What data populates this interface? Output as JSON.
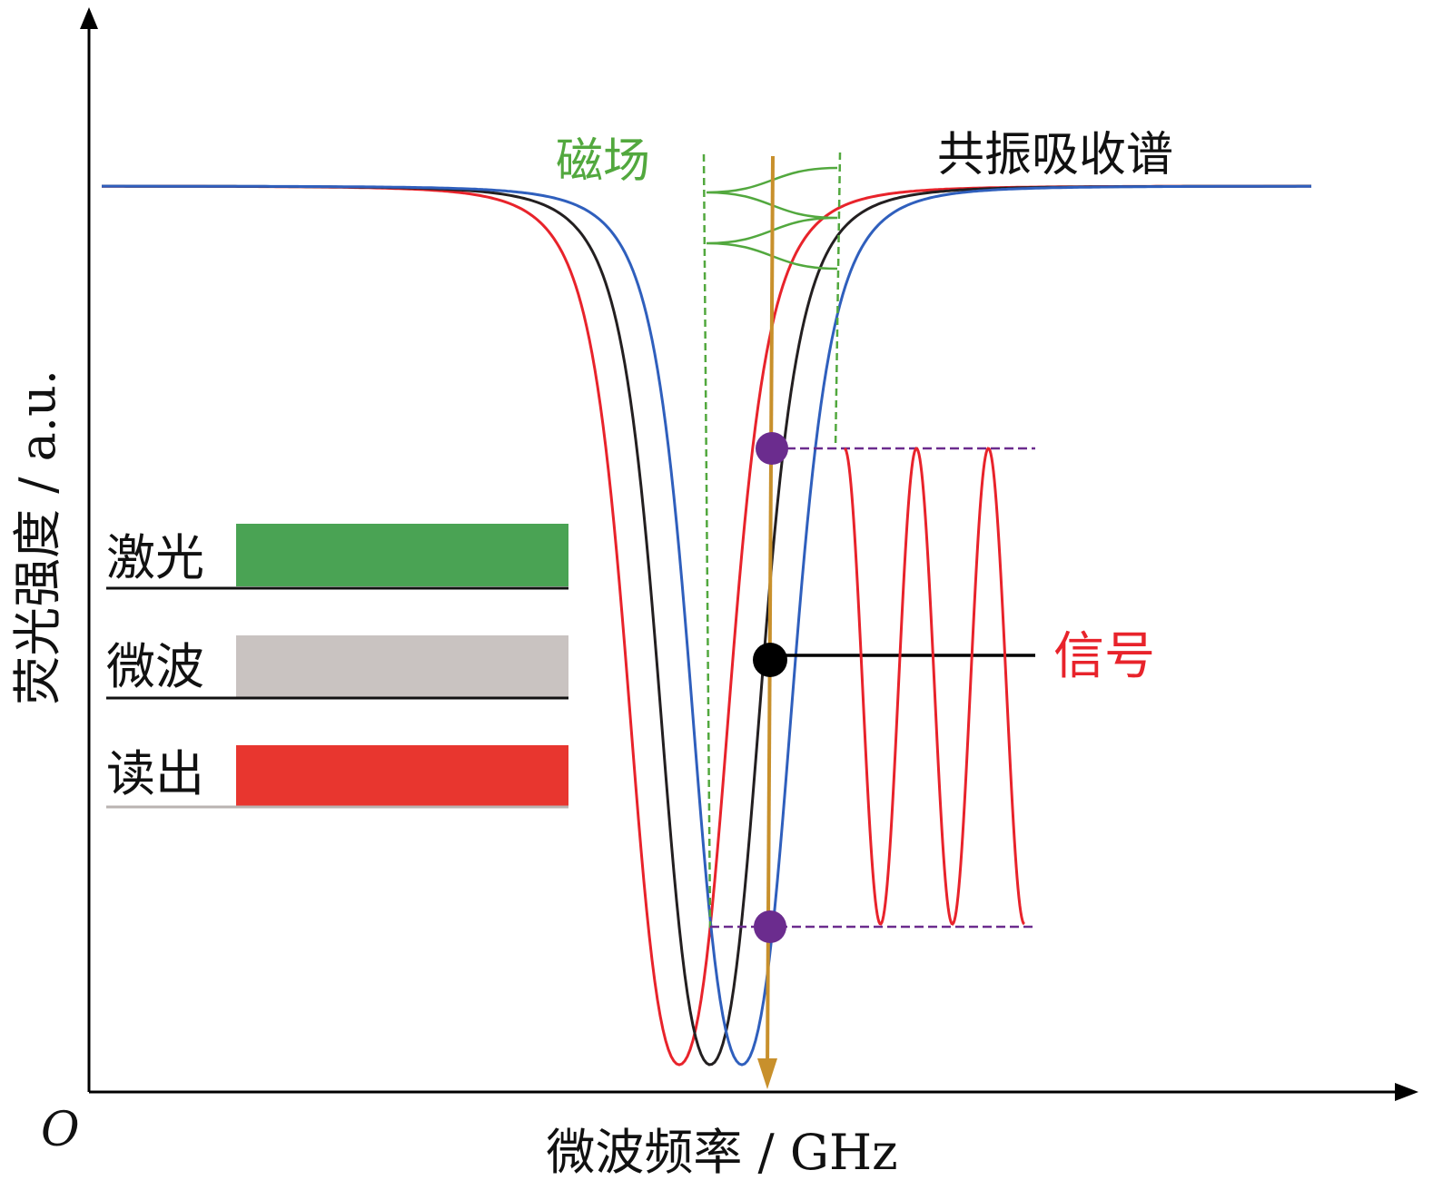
{
  "axes": {
    "origin": "O",
    "x_label": "微波频率 / GHz",
    "y_label": "荧光强度 / a.u."
  },
  "labels": {
    "magnetic_field": "磁场",
    "resonance_spectrum": "共振吸收谱",
    "signal": "信号"
  },
  "legend": [
    {
      "name": "laser",
      "label": "激光",
      "color": "#4aa354"
    },
    {
      "name": "microwave",
      "label": "微波",
      "color": "#c9c3c1"
    },
    {
      "name": "readout",
      "label": "读出",
      "color": "#e8362f"
    }
  ],
  "colors": {
    "axis": "#000000",
    "curve_red": "#e8232b",
    "curve_black": "#231f20",
    "curve_blue": "#2f5fbd",
    "field_green": "#52a83e",
    "probe_orange": "#c8902c",
    "marker_purple": "#6b2c8e",
    "marker_black": "#000000",
    "signal_red": "#e8232b",
    "label_green": "#52a83e",
    "label_red": "#e8232b"
  }
}
